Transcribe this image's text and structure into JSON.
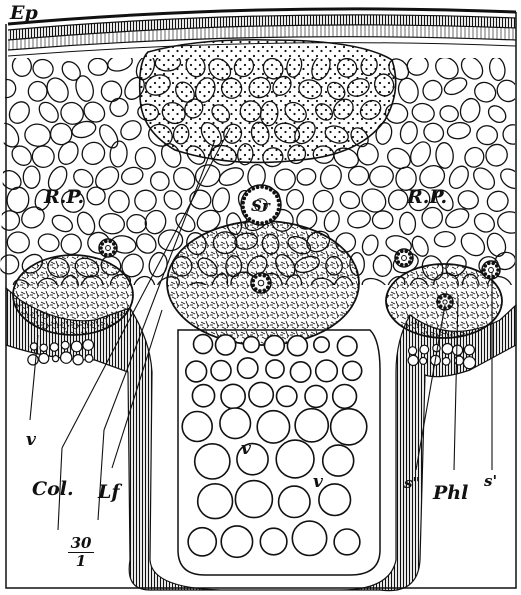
{
  "labels": {
    "epidermis": "Ep",
    "rp_left": "R.P.",
    "rp_right": "R.P.",
    "sieve": "Sr",
    "v_left": "v",
    "v_center_1": "v",
    "v_center_2": "v",
    "collenchyma": "Col.",
    "leaf_fibre": "Lf",
    "s_double": "s\"",
    "s_single": "s'",
    "phloem": "Phl",
    "scale_num": "30",
    "scale_den": "1"
  },
  "colors": {
    "ink": "#111111",
    "paper": "#ffffff"
  }
}
